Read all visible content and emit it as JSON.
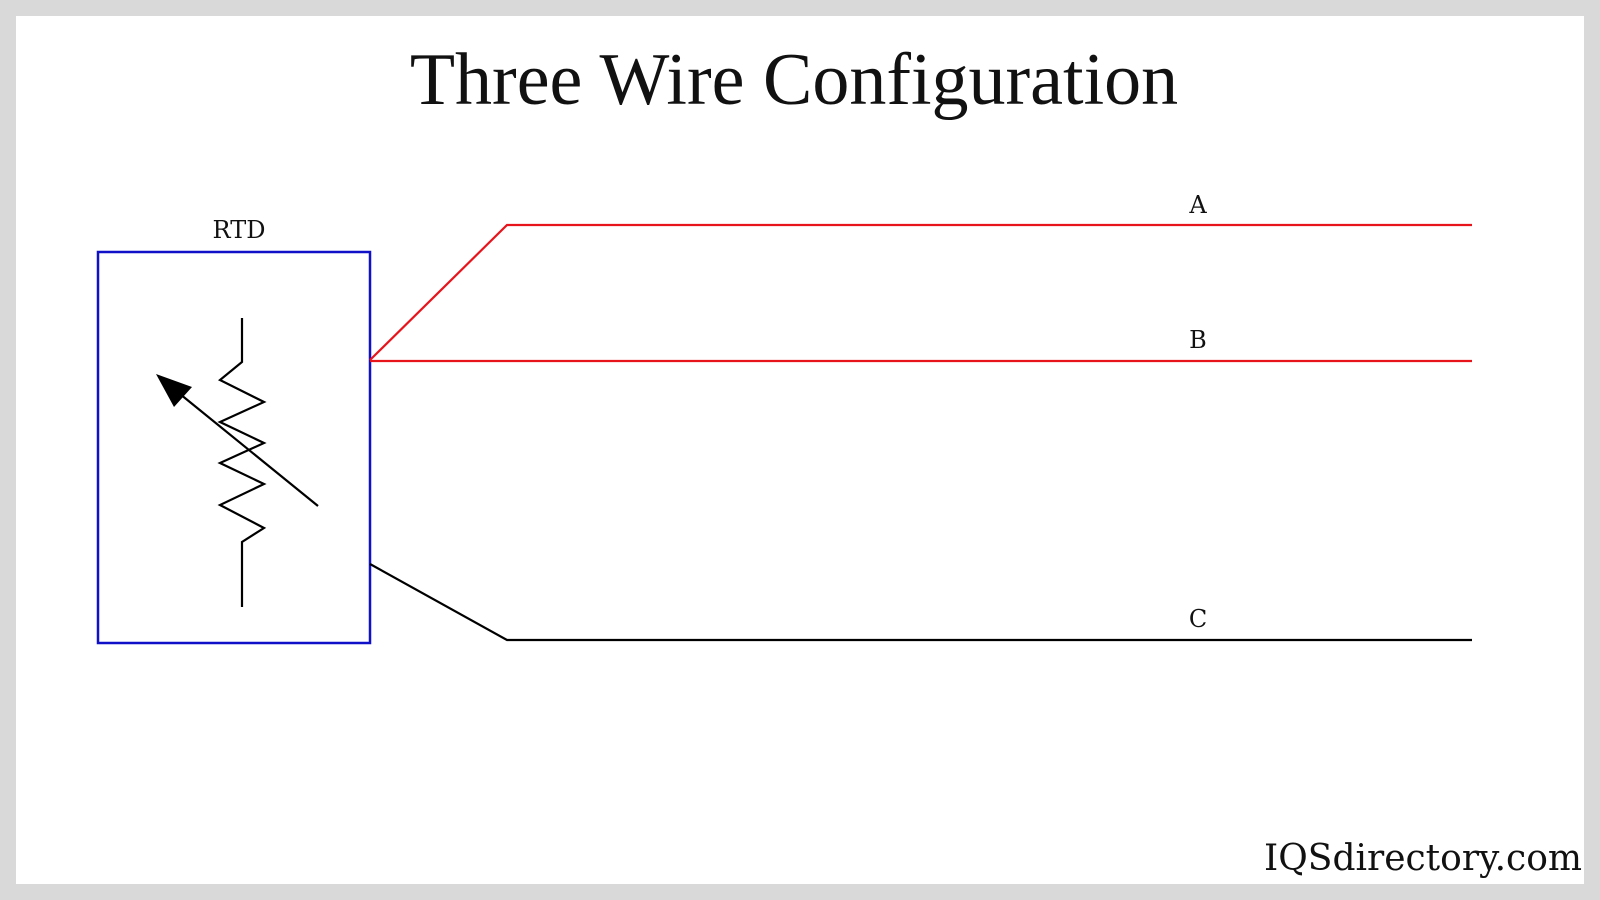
{
  "title": "Three Wire Configuration",
  "rtd_label": "RTD",
  "wires": [
    {
      "label": "A",
      "color": "#e8141c"
    },
    {
      "label": "B",
      "color": "#e8141c"
    },
    {
      "label": "C",
      "color": "#000000"
    }
  ],
  "box_color": "#1010c8",
  "watermark": "IQSdirectory.com"
}
